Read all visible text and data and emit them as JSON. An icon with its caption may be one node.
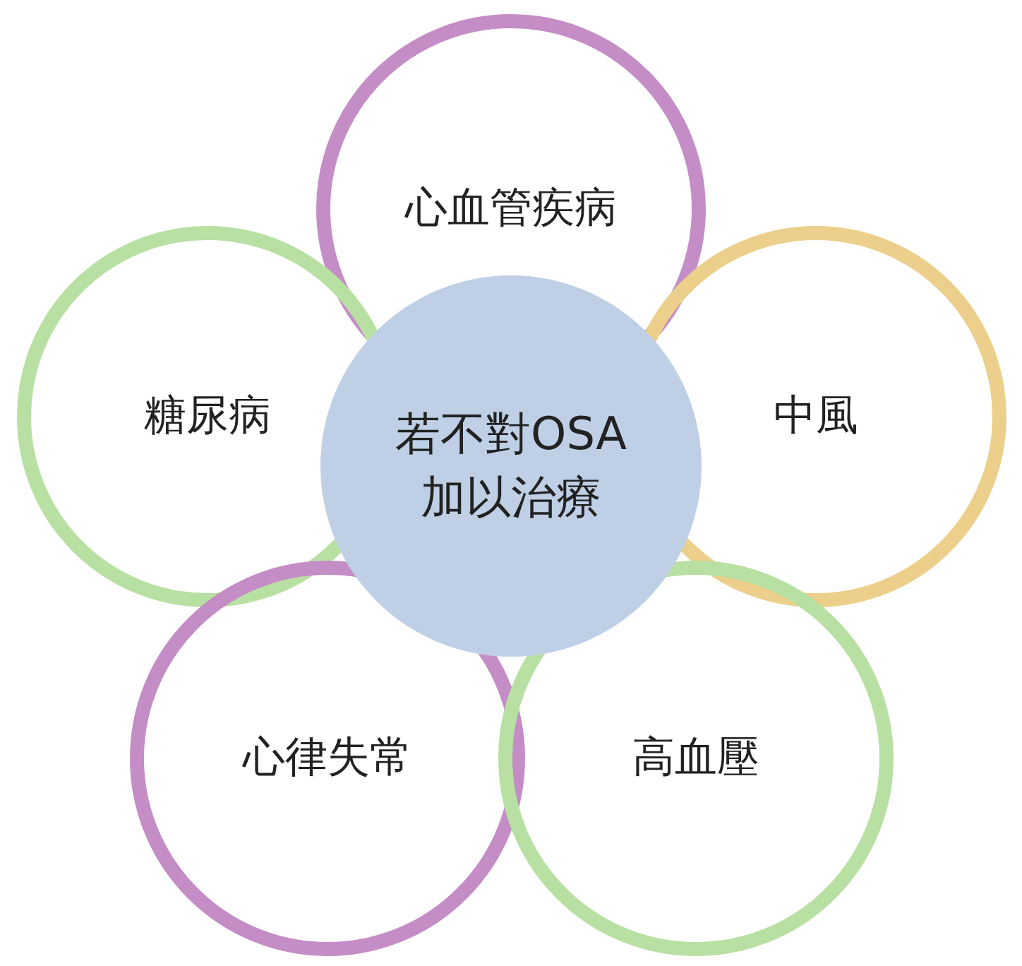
{
  "diagram": {
    "nodes": [
      {
        "text": [
          "心血管疾病"
        ]
      },
      {
        "text": [
          "糖尿病"
        ]
      },
      {
        "text": [
          "中風"
        ]
      },
      {
        "text": [
          "心律失常"
        ]
      },
      {
        "text": [
          "高血壓"
        ]
      },
      {
        "text": [
          "若不對OSA加以治療"
        ]
      }
    ]
  }
}
